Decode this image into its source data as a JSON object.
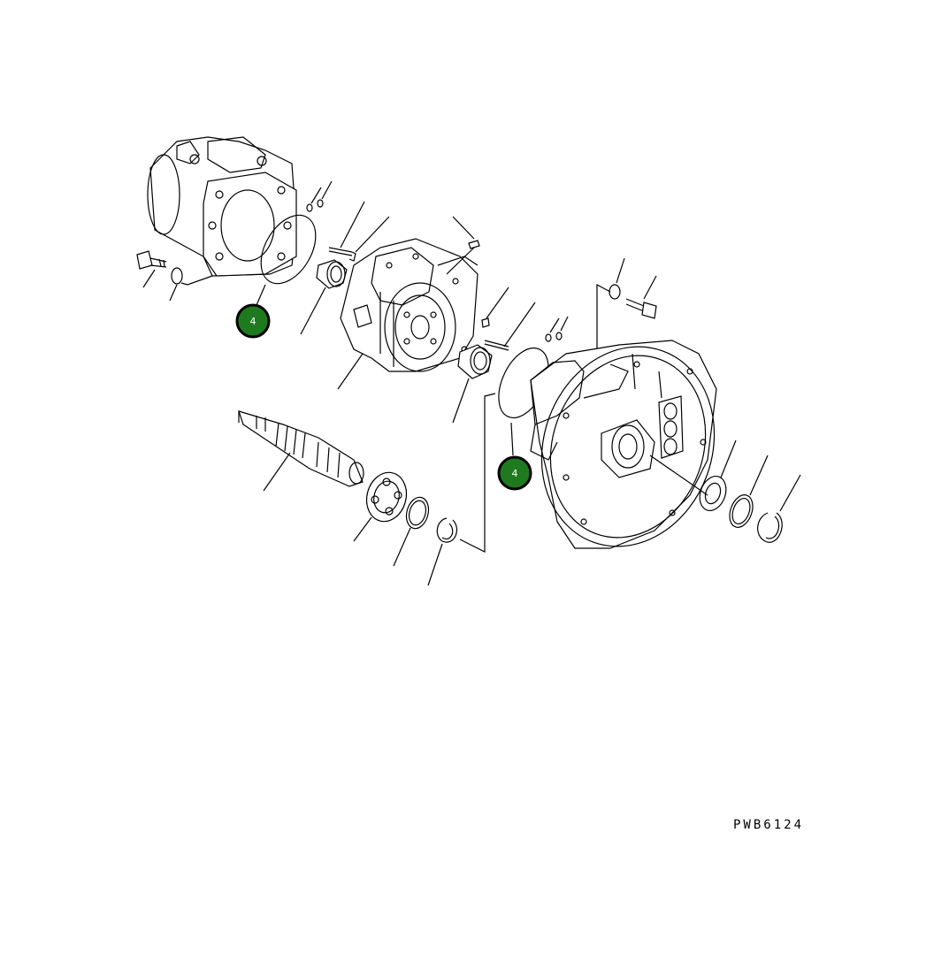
{
  "callouts": [
    {
      "label": "4"
    },
    {
      "label": "4"
    }
  ],
  "drawing_code": "PWB6124",
  "colors": {
    "callout_fill": "#1f7a1f",
    "line": "#000000",
    "background": "#ffffff"
  }
}
